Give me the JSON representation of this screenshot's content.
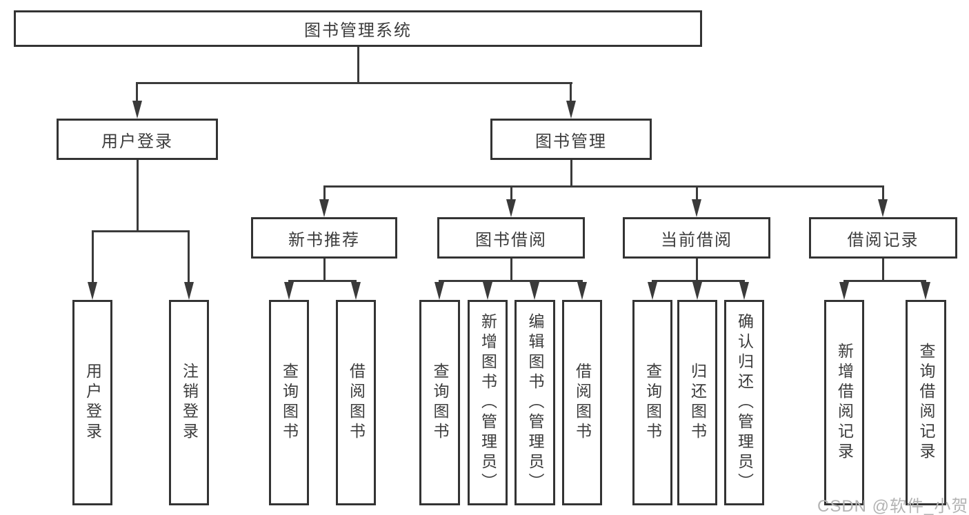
{
  "tree": {
    "root": {
      "label": "图书管理系统"
    },
    "children": [
      {
        "label": "用户登录",
        "children": [
          {
            "label": "用户登录"
          },
          {
            "label": "注销登录"
          }
        ]
      },
      {
        "label": "图书管理",
        "children": [
          {
            "label": "新书推荐",
            "children": [
              {
                "label": "查询图书"
              },
              {
                "label": "借阅图书"
              }
            ]
          },
          {
            "label": "图书借阅",
            "children": [
              {
                "label": "查询图书"
              },
              {
                "label": "新增图书（管理员）"
              },
              {
                "label": "编辑图书（管理员）"
              },
              {
                "label": "借阅图书"
              }
            ]
          },
          {
            "label": "当前借阅",
            "children": [
              {
                "label": "查询图书"
              },
              {
                "label": "归还图书"
              },
              {
                "label": "确认归还（管理员）"
              }
            ]
          },
          {
            "label": "借阅记录",
            "children": [
              {
                "label": "新增借阅记录"
              },
              {
                "label": "查询借阅记录"
              }
            ]
          }
        ]
      }
    ]
  },
  "watermark": {
    "text": "CSDN @软件_小贺同学"
  },
  "colors": {
    "line": "#3a3a3a",
    "box_border": "#333333",
    "box_fill": "#ffffff",
    "text": "#3c3c3c",
    "watermark": "#b3b3b3"
  }
}
